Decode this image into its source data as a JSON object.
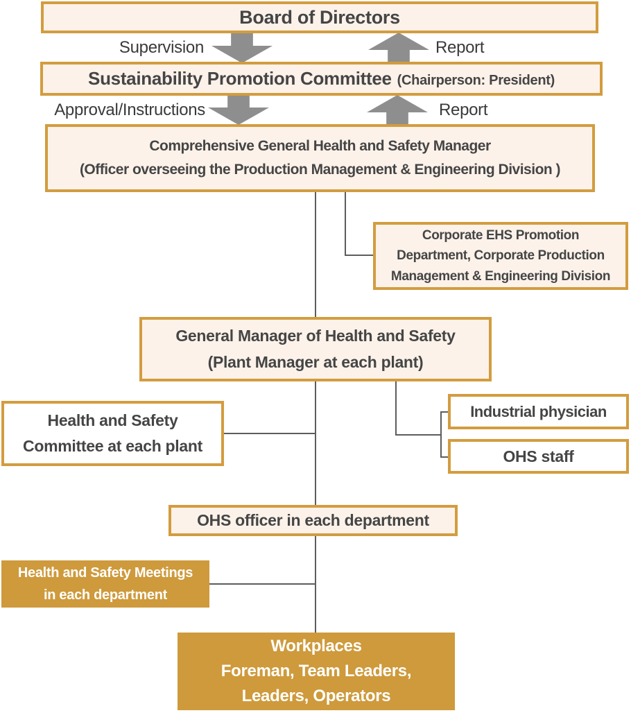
{
  "colors": {
    "gold_border": "#D39C3F",
    "cream_fill": "#FCF2EA",
    "solid_gold_fill": "#CE9A3C",
    "arrow_gray": "#8E8E8E",
    "connector_gray": "#5C5C5C",
    "box_text": "#454545",
    "flow_label_text": "#3A3A3A",
    "solid_box_text": "#FFFFFF"
  },
  "flow_labels": {
    "row1_left": "Supervision",
    "row1_right": "Report",
    "row2_left": "Approval/Instructions",
    "row2_right": "Report"
  },
  "nodes": {
    "board": {
      "label": "Board of Directors"
    },
    "sustainability": {
      "title": "Sustainability Promotion Committee",
      "suffix": "(Chairperson: President)"
    },
    "manager": {
      "line1": "Comprehensive General Health and Safety Manager",
      "line2": "(Officer overseeing the Production Management & Engineering Division )"
    },
    "corporate": {
      "line1": "Corporate EHS Promotion",
      "line2": "Department, Corporate Production",
      "line3": "Management & Engineering Division"
    },
    "general_manager": {
      "line1": "General Manager of Health and Safety",
      "line2": "(Plant Manager at each plant)"
    },
    "hs_committee": {
      "line1": "Health and Safety",
      "line2": "Committee at each plant"
    },
    "industrial_physician": {
      "label": "Industrial physician"
    },
    "ohs_staff": {
      "label": "OHS staff"
    },
    "ohs_officer": {
      "label": "OHS officer in each department"
    },
    "hs_meetings": {
      "line1": "Health and Safety Meetings",
      "line2": "in each department"
    },
    "workplaces": {
      "line1": "Workplaces",
      "line2": "Foreman, Team Leaders,",
      "line3": "Leaders, Operators"
    }
  }
}
